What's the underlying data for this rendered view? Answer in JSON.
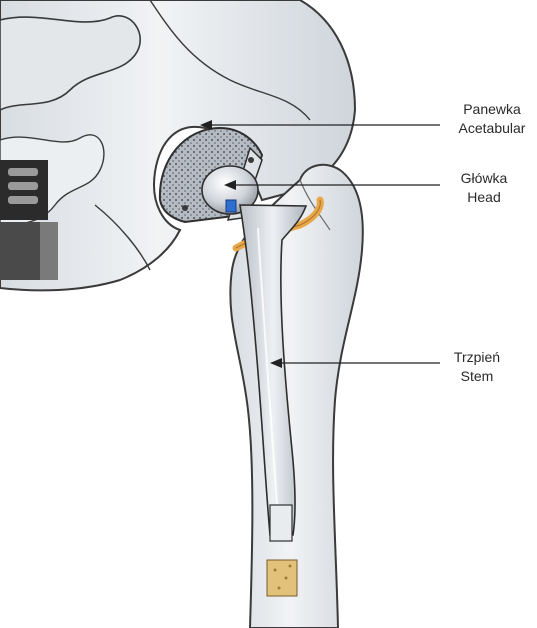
{
  "labels": {
    "acetabular": {
      "pl": "Panewka",
      "en": "Acetabular"
    },
    "head": {
      "pl": "Główka",
      "en": "Head"
    },
    "stem": {
      "pl": "Trzpień",
      "en": "Stem"
    }
  },
  "colors": {
    "bone": "#e6e9ec",
    "bone_outline": "#3a3a3a",
    "implant_metal": "#c9ced4",
    "collar_ring": "#e8a84a",
    "cup_porous": "#9aa0a6",
    "plug": "#e2c27a",
    "leader_line": "#222222"
  }
}
